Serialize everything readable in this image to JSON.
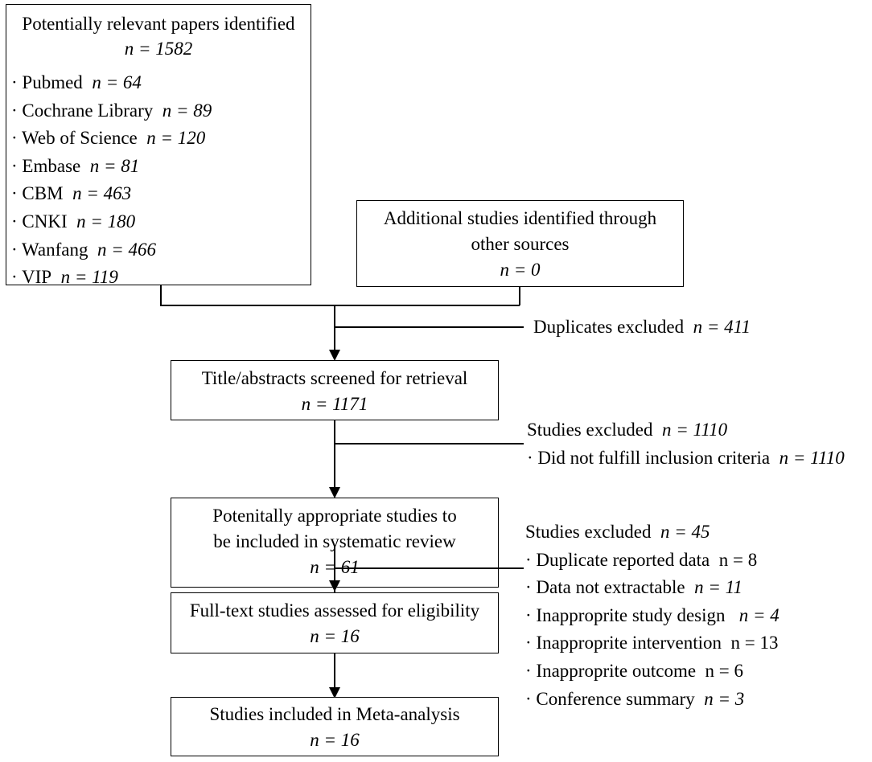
{
  "sources_box": {
    "title": "Potentially relevant papers identified",
    "total": "n = 1582",
    "items": [
      {
        "name": "Pubmed",
        "n": "n = 64"
      },
      {
        "name": "Cochrane Library",
        "n": "n = 89"
      },
      {
        "name": "Web of Science",
        "n": "n = 120"
      },
      {
        "name": "Embase",
        "n": "n = 81"
      },
      {
        "name": "CBM",
        "n": "n = 463"
      },
      {
        "name": "CNKI",
        "n": "n = 180"
      },
      {
        "name": "Wanfang",
        "n": "n = 466"
      },
      {
        "name": "VIP",
        "n": "n = 119"
      }
    ]
  },
  "additional_box": {
    "line1": "Additional studies identified through",
    "line2": "other sources",
    "n": "n = 0"
  },
  "duplicates": {
    "label": "Duplicates excluded",
    "n": "n = 411"
  },
  "screened_box": {
    "line1": "Title/abstracts screened for retrieval",
    "n": "n = 1171"
  },
  "excluded_1": {
    "label": "Studies excluded",
    "n": "n = 1110",
    "reasons": [
      {
        "text": "Did not fulfill inclusion criteria",
        "n": "n = 1110"
      }
    ]
  },
  "appropriate_box": {
    "line1": "Potenitally appropriate studies to",
    "line2": "be included in systematic review",
    "n": "n = 61"
  },
  "excluded_2": {
    "label": "Studies excluded",
    "n": "n = 45",
    "reasons": [
      {
        "text": "Duplicate reported data",
        "n": "n = 8"
      },
      {
        "text": "Data not extractable",
        "n": "n = 11"
      },
      {
        "text": "Inapproprite study design",
        "n": "n = 4"
      },
      {
        "text": "Inapproprite intervention",
        "n": "n = 13"
      },
      {
        "text": "Inapproprite outcome",
        "n": "n = 6"
      },
      {
        "text": "Conference summary",
        "n": "n = 3"
      }
    ]
  },
  "fulltext_box": {
    "line1": "Full-text studies assessed for eligibility",
    "n": "n = 16"
  },
  "included_box": {
    "line1": "Studies included in Meta-analysis",
    "n": "n = 16"
  },
  "bullet": "·"
}
